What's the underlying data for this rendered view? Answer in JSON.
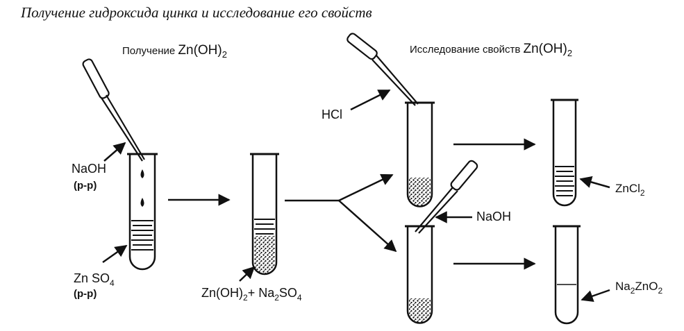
{
  "title": "Получение гидроксида цинка и исследование его свойств",
  "headings": {
    "preparation_prefix": "Получение ",
    "study_prefix": "Исследование свойств ",
    "zn": "Zn(OH)",
    "sub2": "2"
  },
  "labels": {
    "naoh_top": "NaOH",
    "solution_top": "(р-р)",
    "znso_prefix": "Zn SO",
    "sub4": "4",
    "solution_bottom": "(р-р)",
    "hcl": "HCl",
    "naoh_right": "NaOH",
    "products_a": "Zn(OH)",
    "products_plus": "+ Na",
    "products_so": "SO",
    "zncl": "ZnCl",
    "na2": "Na",
    "zno": "ZnO",
    "o2": "2"
  }
}
